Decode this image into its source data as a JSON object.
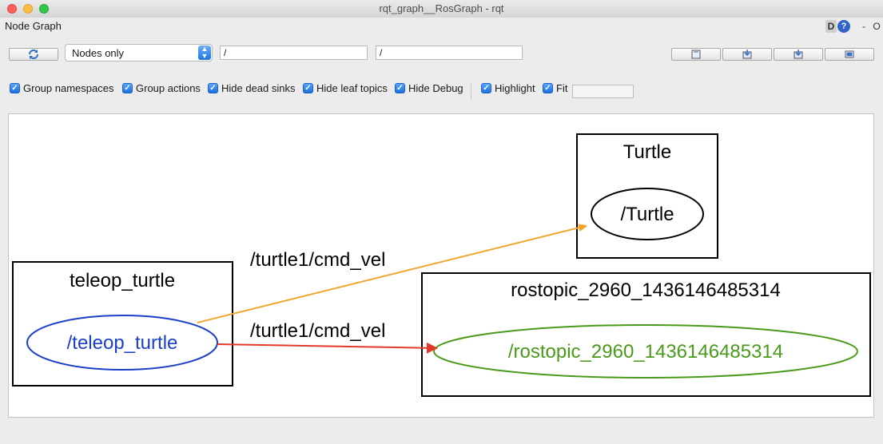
{
  "window": {
    "title": "rqt_graph__RosGraph - rqt"
  },
  "plugin": {
    "title": "Node Graph",
    "d_icon": "D",
    "help_icon": "?",
    "minimize": "-",
    "close": "O"
  },
  "toolbar": {
    "refresh_icon": "refresh-icon",
    "view_mode": "Nodes only",
    "namespace_filter": "/",
    "topic_filter": "/",
    "buttons": [
      "save-dot-icon",
      "load-dot-icon",
      "save-svg-icon",
      "save-image-icon"
    ]
  },
  "options": {
    "group_namespaces": "Group namespaces",
    "group_actions": "Group actions",
    "hide_dead_sinks": "Hide dead sinks",
    "hide_leaf_topics": "Hide leaf topics",
    "hide_debug": "Hide Debug",
    "highlight": "Highlight",
    "fit": "Fit"
  },
  "graph": {
    "clusters": {
      "turtle": "Turtle",
      "teleop": "teleop_turtle",
      "rostopic": "rostopic_2960_1436146485314"
    },
    "nodes": {
      "turtle": "/Turtle",
      "teleop": "/teleop_turtle",
      "rostopic": "/rostopic_2960_1436146485314"
    },
    "edges": {
      "to_turtle": "/turtle1/cmd_vel",
      "to_rostopic": "/turtle1/cmd_vel"
    },
    "colors": {
      "teleop_node": "#1a3fc8",
      "rostopic_node": "#4a9a1a",
      "edge_to_turtle": "#f3a530",
      "edge_to_rostopic": "#e23a2a"
    }
  }
}
